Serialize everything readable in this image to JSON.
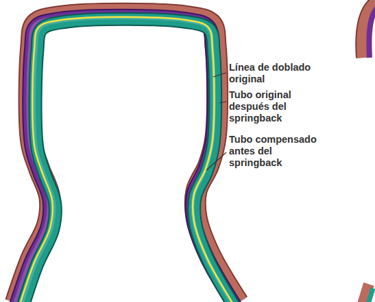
{
  "diagram": {
    "labels": [
      "Línea de doblado original",
      "Tubo original después del springback",
      "Tubo compensado antes del springback"
    ]
  }
}
